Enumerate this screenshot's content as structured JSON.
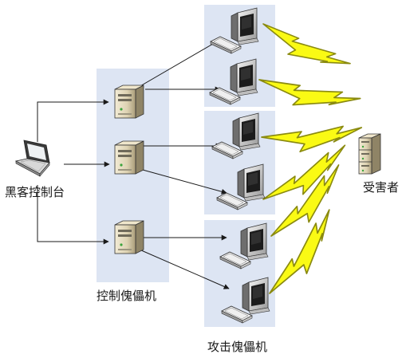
{
  "labels": {
    "hacker_console": "黑客控制台",
    "control_bots": "控制傀儡机",
    "attack_bots": "攻击傀儡机",
    "victim": "受害者"
  },
  "icons": {
    "hacker": "laptop-icon",
    "control_bot": "server-tower-icon",
    "attack_bot": "desktop-computer-icon",
    "victim": "server-stack-icon",
    "attack": "lightning-bolt-icon"
  },
  "colors": {
    "panel": "#dde5f3",
    "line": "#1a1a1a",
    "bolt_fill": "#fafa14",
    "bolt_stroke": "#8a8a10"
  }
}
